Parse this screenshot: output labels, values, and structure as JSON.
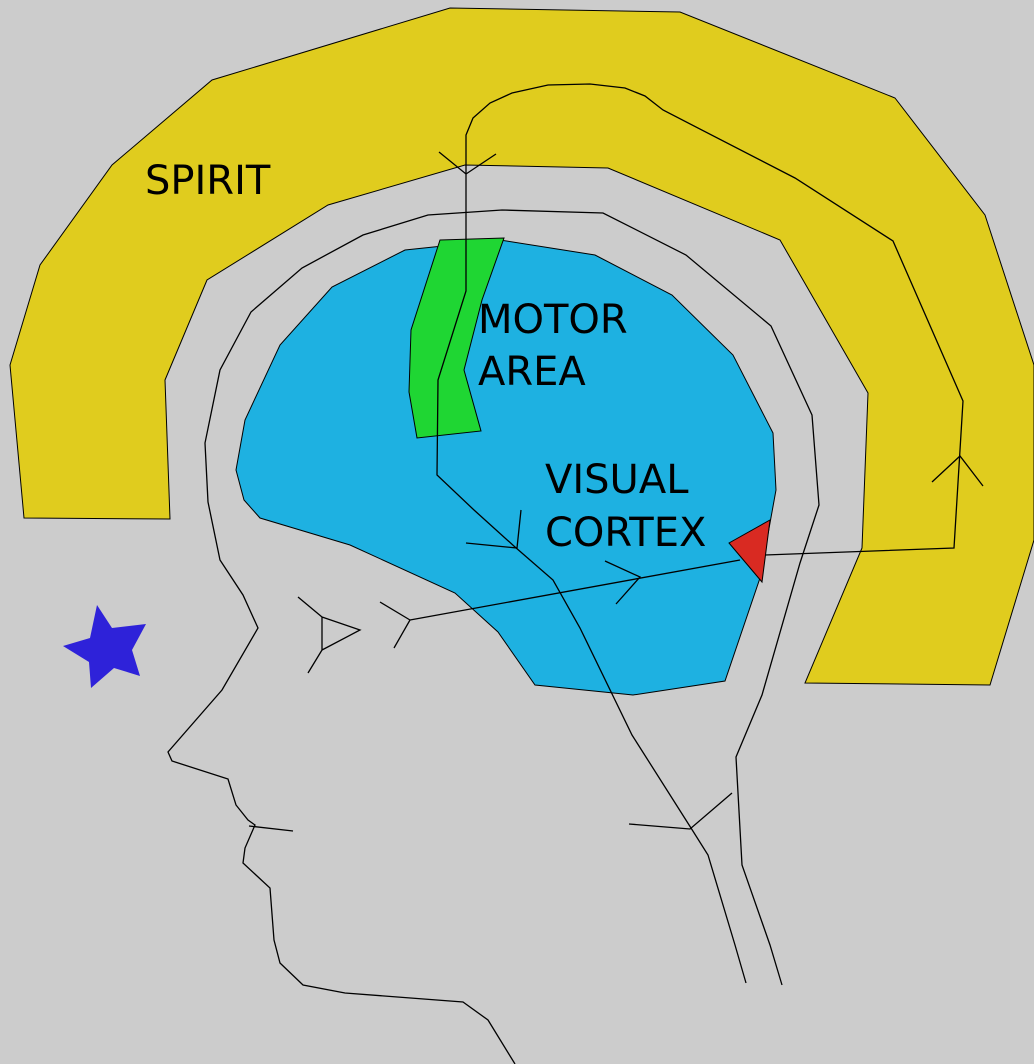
{
  "labels": {
    "spirit": "SPIRIT",
    "motor_line1": "MOTOR",
    "motor_line2": "AREA",
    "visual_line1": "VISUAL",
    "visual_line2": "CORTEX"
  },
  "colors": {
    "background": "#cccccc",
    "spirit": "#e0cc1e",
    "brain": "#1eb1e1",
    "motor_area": "#1fd633",
    "visual_cortex": "#d92a22",
    "star": "#2e22d9",
    "line": "#000000"
  }
}
